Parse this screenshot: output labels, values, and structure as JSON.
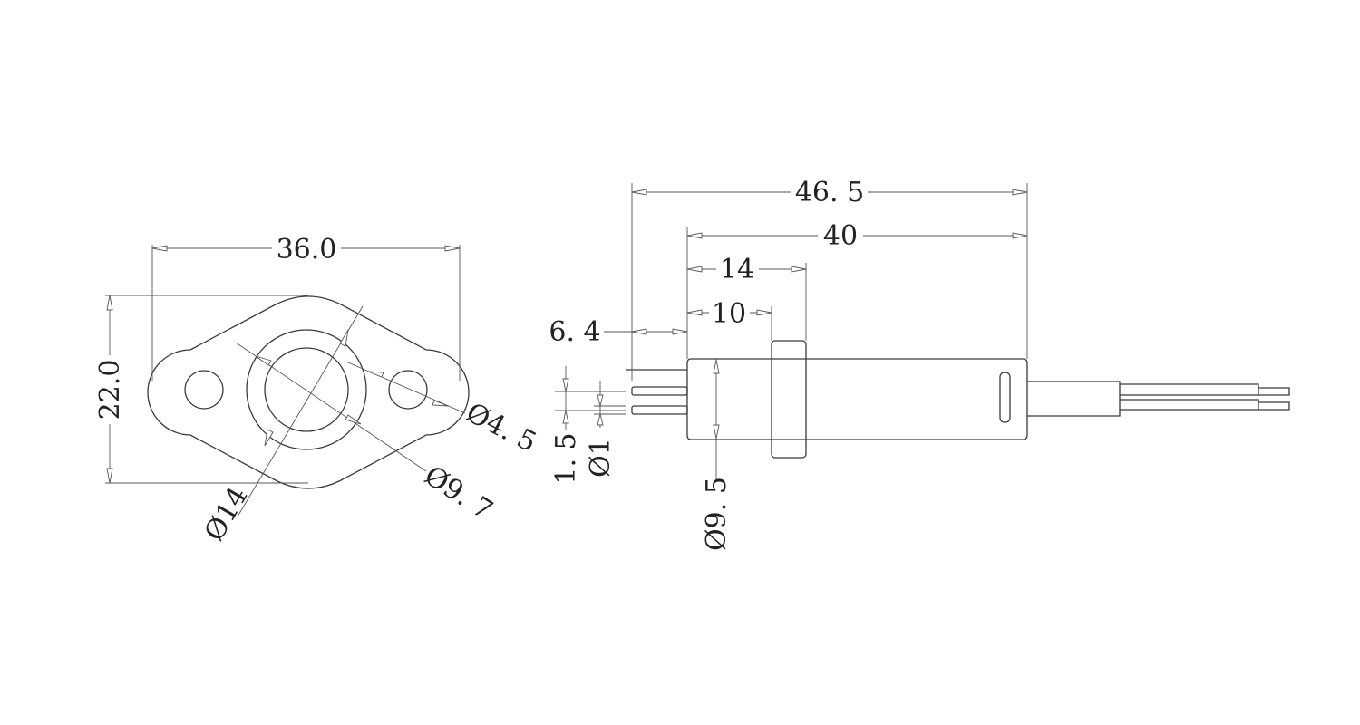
{
  "front_view": {
    "width": "36.0",
    "height": "22.0",
    "hole_diameter": "Ø4. 5",
    "inner_bore": "Ø9. 7",
    "outer_ring": "Ø14"
  },
  "side_view": {
    "overall_length": "46. 5",
    "body_length": "40",
    "flange_position": "14",
    "flange_start": "10",
    "pin_length": "6. 4",
    "pin_pitch": "1. 5",
    "pin_diameter": "Ø1",
    "body_diameter": "Ø9. 5"
  },
  "colors": {
    "line": "#3a3a3a",
    "dimension": "#555555",
    "background": "#ffffff"
  }
}
